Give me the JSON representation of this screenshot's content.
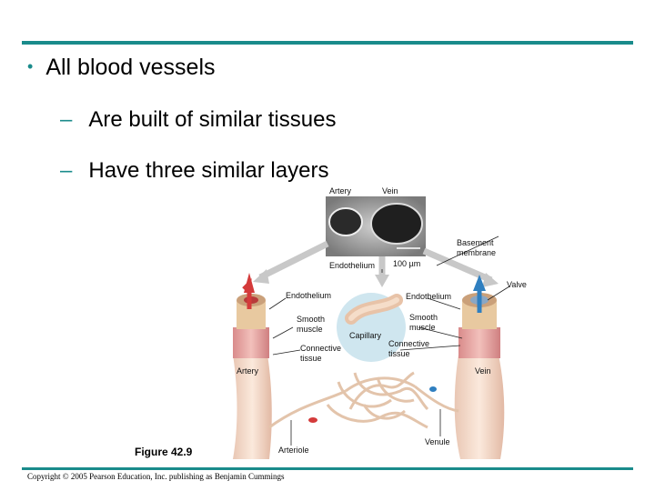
{
  "slide": {
    "bullet": "All blood vessels",
    "subpoints": [
      "Are built of similar tissues",
      "Have three similar layers"
    ],
    "bullet_symbol": "•",
    "dash_symbol": "–"
  },
  "figure": {
    "caption": "Figure 42.9",
    "labels": {
      "micro_artery": "Artery",
      "micro_vein": "Vein",
      "scale": "100 µm",
      "endothelium_top": "Endothelium",
      "basement_membrane": "Basement\nmembrane",
      "valve": "Valve",
      "endothelium_left": "Endothelium",
      "endothelium_right": "Endothelium",
      "smooth_muscle_left": "Smooth\nmuscle",
      "smooth_muscle_right": "Smooth\nmuscle",
      "capillary": "Capillary",
      "connective_left": "Connective\ntissue",
      "connective_right": "Connective\ntissue",
      "artery": "Artery",
      "vein": "Vein",
      "arteriole": "Arteriole",
      "venule": "Venule"
    }
  },
  "footer": {
    "copyright": "Copyright © 2005 Pearson Education, Inc. publishing as Benjamin Cummings"
  },
  "colors": {
    "accent": "#1a8b8b",
    "vessel_wall": "#f2d9c9",
    "muscle": "#e6a9a9",
    "artery_blood": "#d43a3a",
    "vein_blood": "#2f7fc0"
  }
}
